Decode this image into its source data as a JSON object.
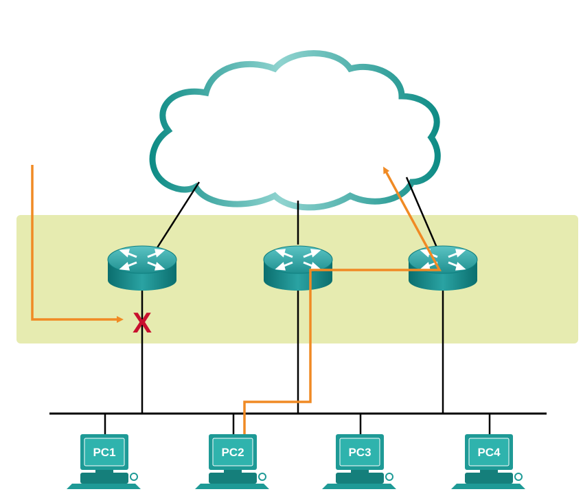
{
  "pcs": [
    {
      "label": "PC1"
    },
    {
      "label": "PC2"
    },
    {
      "label": "PC3"
    },
    {
      "label": "PC4"
    }
  ],
  "colors": {
    "zone": "#e6ebb0",
    "cloud_stroke": "#2a9c95",
    "router_top": "#3aaeae",
    "router_side": "#0f7f7f",
    "path": "#f08a24",
    "failure": "#c8102e",
    "pc": "#1e9a96"
  },
  "failure_marker": "X",
  "icons": {
    "router": "router-icon",
    "pc": "desktop-pc-icon",
    "cloud": "cloud-icon"
  }
}
